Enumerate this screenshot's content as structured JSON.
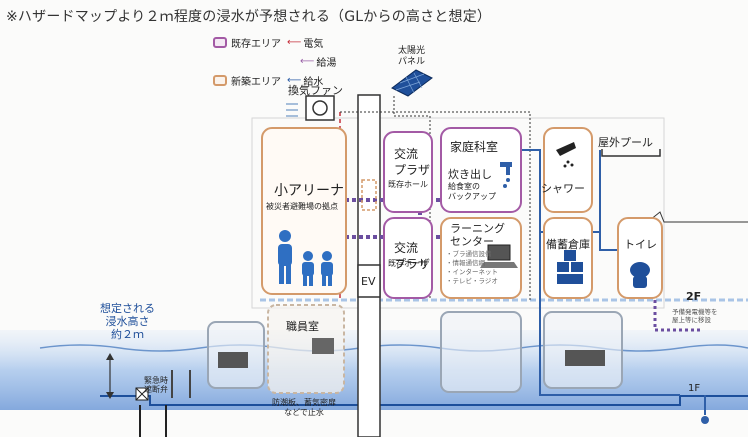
{
  "title": "※ハザードマップより２ｍ程度の浸水が予想される（GLからの高さと想定）",
  "legend": {
    "existing": "既存エリア",
    "new": "新築エリア",
    "electric": "電気",
    "hot_water": "給湯",
    "water": "給水"
  },
  "labels": {
    "fan": "換気ファン",
    "solar": "太陽光\nパネル",
    "outdoor_pool": "屋外プール",
    "arena": "小アリーナ",
    "arena_sub": "被災者避難場の拠点",
    "plaza1": "交流\nプラザ",
    "plaza1_sub": "既存ホール",
    "plaza2": "交流\nプラザ",
    "plaza2_sub": "既存ホール",
    "home_ec": "家庭科室",
    "cooking": "炊き出し",
    "cooking_sub": "給食室の\nバックアップ",
    "learning": "ラーニング\nセンター",
    "learning_sub": "・ブラ通信設備\n・情報通信網\n・インターネット\n・テレビ・ラジオ",
    "shower": "シャワー",
    "storage": "備蓄倉庫",
    "toilet": "トイレ",
    "ev": "EV",
    "flood_label": "想定される\n浸水高さ\n約２ｍ",
    "staff": "職員室",
    "floor2": "2F",
    "floor1": "1F",
    "emergency": "緊急時\n遮断弁",
    "waterproof": "防潮板、蓄気密扉\nなどで止水",
    "right_note": "予備発電機等を\n屋上等に移設"
  },
  "colors": {
    "existing": "#a35aa5",
    "new": "#d49a6a",
    "electric": "#c52f3b",
    "hot_water": "#9a62a8",
    "water": "#2f5fa8",
    "flood": "#8fb4e3",
    "person": "#2f6fc2"
  }
}
